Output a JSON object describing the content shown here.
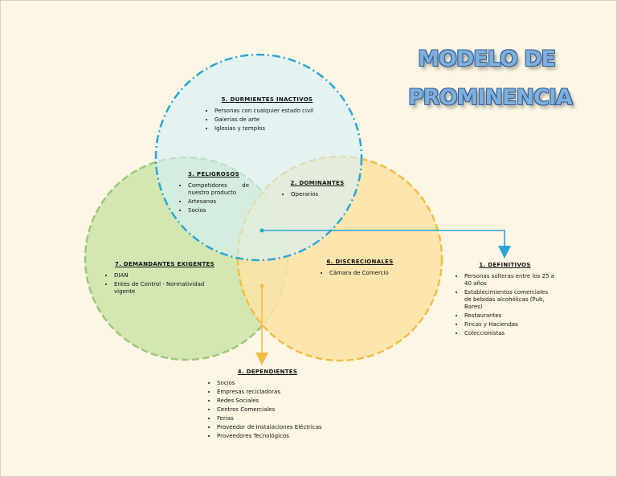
{
  "title": {
    "line1": "MODELO DE",
    "line2": "PROMINENCIA"
  },
  "colors": {
    "blue_circle_fill": "#d3f2fb",
    "blue_circle_stroke": "#2aa6d6",
    "green_circle_fill": "#d2e6b0",
    "green_circle_stroke": "#9cc77a",
    "yellow_circle_fill": "#fde3a4",
    "yellow_circle_stroke": "#f2bd45",
    "blue_arrow": "#2aa6d6",
    "yellow_arrow": "#f2bd45",
    "title_fill": "#7fb0dd",
    "title_outline": "#2f5f96"
  },
  "groups": {
    "dormant": {
      "heading": "5. DURMIENTES INACTIVOS",
      "items": [
        "Personas con cualquier estado civil",
        "Galerías de arte",
        "Iglesias y templos"
      ]
    },
    "danger": {
      "heading": "3. PELIGROSOS",
      "items": [
        "Competidores de nuestro producto",
        "Artesanos",
        "Socios"
      ]
    },
    "dominant": {
      "heading": "2. DOMINANTES",
      "items": [
        "Operarios"
      ]
    },
    "demand": {
      "heading": "7. DEMANDANTES EXIGENTES",
      "items": [
        "DIAN",
        "Entes de Control - Normatividad vigente"
      ]
    },
    "discr": {
      "heading": "6. DISCRECIONALES",
      "items": [
        "Cámara de Comercio"
      ]
    },
    "defin": {
      "heading": "1. DEFINITIVOS",
      "items": [
        "Personas solteras entre los 25 a 40 años",
        "Establecimientos comerciales de bebidas alcohólicas (Pub, Bares)",
        "Restaurantes",
        "Fincas y Haciendas",
        "Coleccionistas"
      ]
    },
    "dep": {
      "heading": "4. DEPENDIENTES",
      "items": [
        "Socios",
        "Empresas recicladoras",
        "Redes Sociales",
        "Centros Comerciales",
        "Ferias",
        "Proveedor de Instalaciones Eléctricas",
        "Proveedores Tecnológicos"
      ]
    }
  }
}
